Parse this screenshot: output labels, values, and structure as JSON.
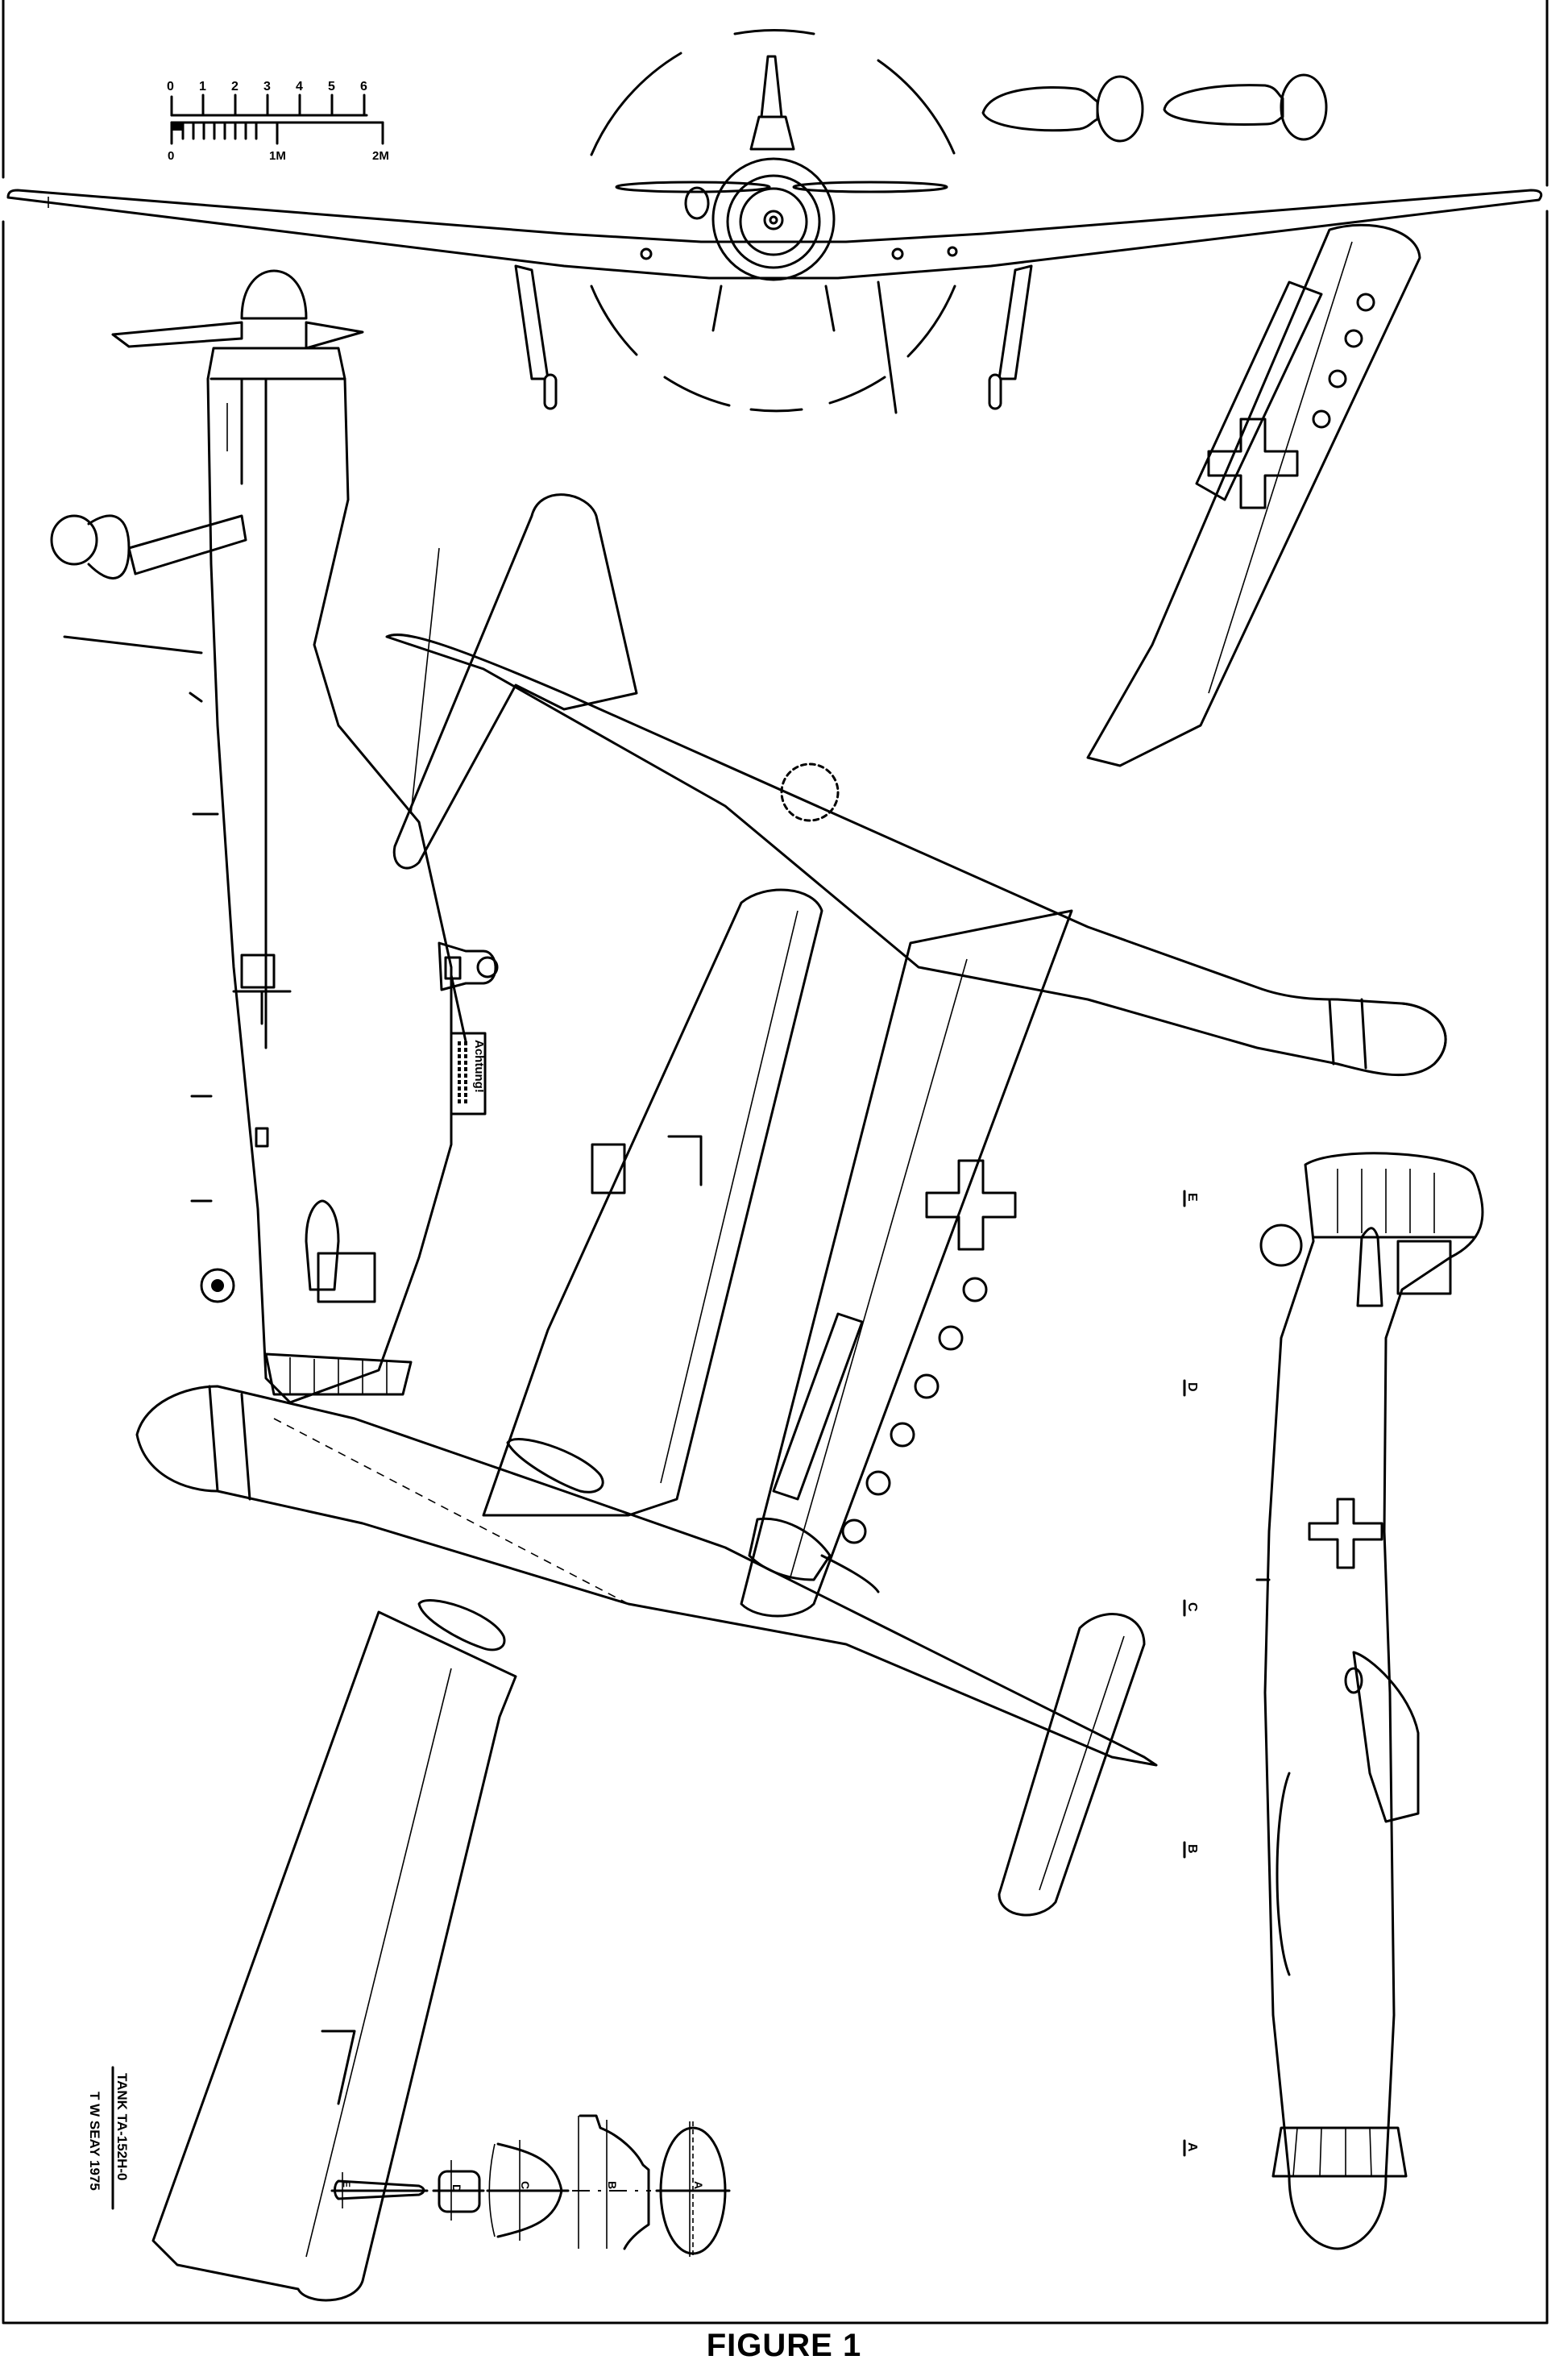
{
  "figure": {
    "caption": "FIGURE 1",
    "border_color": "#000000",
    "background_color": "#ffffff"
  },
  "scale_bar": {
    "feet_ticks": [
      "0",
      "1",
      "2",
      "3",
      "4",
      "5",
      "6"
    ],
    "meter_ticks": [
      "0",
      "1M",
      "2M"
    ]
  },
  "credit": {
    "title": "TANK  TA-152H-0",
    "author": "T W SEAY  1975"
  },
  "placard": {
    "heading": "Achtung!"
  },
  "sections": {
    "labels": [
      "E",
      "D",
      "C",
      "B",
      "A"
    ]
  },
  "stations": {
    "labels": [
      "E",
      "D",
      "C",
      "B",
      "A"
    ]
  },
  "views": [
    "front-view",
    "side-view-left",
    "top-view",
    "bottom-view",
    "side-view-right",
    "propeller-blade-sections",
    "fuselage-cross-sections"
  ]
}
